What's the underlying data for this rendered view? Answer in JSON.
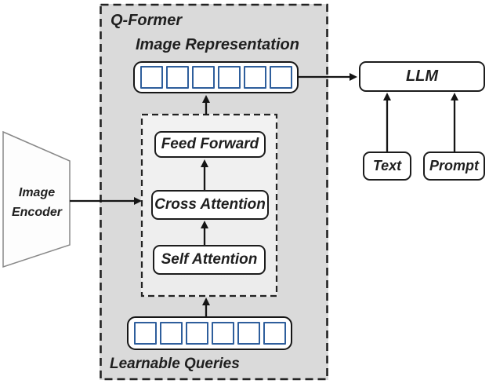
{
  "diagram": {
    "qformer": {
      "title": "Q-Former",
      "image_representation_label": "Image Representation",
      "learnable_queries_label": "Learnable Queries",
      "image_representation_token_count": 6,
      "learnable_query_token_count": 6,
      "blocks": {
        "feed_forward": "Feed Forward",
        "cross_attention": "Cross Attention",
        "self_attention": "Self Attention"
      }
    },
    "image_encoder": {
      "line1": "Image",
      "line2": "Encoder"
    },
    "llm_label": "LLM",
    "text_label": "Text",
    "prompt_label": "Prompt",
    "connections": [
      "Image Encoder -> Q-Former (cross attention input)",
      "Learnable Queries -> Self Attention",
      "Self Attention -> Cross Attention",
      "Cross Attention -> Feed Forward",
      "Feed Forward -> Image Representation",
      "Image Representation -> LLM",
      "Text -> LLM",
      "Prompt -> LLM"
    ],
    "colors": {
      "token_border_blue": "#2e5e9c",
      "outer_panel_gray": "#dadada",
      "inner_panel_gray": "#efefef",
      "line_black": "#1c1c1c",
      "node_fill": "#ffffff"
    }
  }
}
